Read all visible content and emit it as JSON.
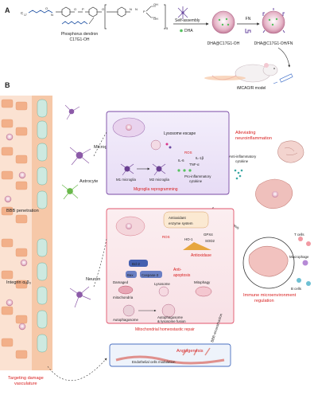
{
  "panel_a": {
    "label": "A",
    "dendron_name": "Phosphorus dendron",
    "dendron_code": "C17G1-OH",
    "self_assembly": "Self-assembly",
    "dha_legend": "DHA",
    "fn_label": "FN",
    "np1_label": "DHA@C17G1-OH",
    "np2_label": "DHA@C17G1-OH/FN",
    "model_label": "tMCAO/R model",
    "subscript_5": "5",
    "formula": {
      "c": "C",
      "sub17": "17",
      "o": "O",
      "s": "S",
      "n1": "N",
      "n2": "N",
      "p": "P",
      "n3": "N",
      "oh1": "OH",
      "oh2": "OH"
    }
  },
  "panel_b": {
    "label": "B",
    "cells": {
      "microglia": "Microglia",
      "astrocyte": "Astrocyte",
      "neuron": "Neuron",
      "bbb_penetration": "BBB penetration",
      "integrin": "Integrin αₔβ₃"
    },
    "microglia_box": {
      "lysosome_escape": "Lysosome escape",
      "ros": "ROS",
      "il6": "IL-6",
      "il1b": "IL-1β",
      "tnfa": "TNF-α",
      "pro_inflammatory": "Pro-inflammatory",
      "cytokine": "cytokine",
      "m1": "M1 microglia",
      "m2": "M2 microglia",
      "title": "Migroglia reprogramming"
    },
    "alleviating_1": "Alleviating",
    "alleviating_2": "neuroinflammation",
    "anti_inflammatory_1": "Anti-inflammatory",
    "anti_inflammatory_2": "cytokine",
    "maintain_homeostasis": "Maintain homeostasis",
    "mito_box": {
      "antioxidant_enzyme_1": "Antioxidant",
      "antioxidant_enzyme_2": "enzyme system",
      "gpx4": "GPX4",
      "ho1": "HO-1",
      "sod2": "SOD2",
      "ros": "ROS",
      "antioxidase": "Antioxidase",
      "bcl2": "Bcl-2",
      "bax": "Bax",
      "caspase": "Caspase-3",
      "anti_apoptosis_1": "Anti-",
      "anti_apoptosis_2": "apoptosis",
      "damaged_1": "Damaged",
      "damaged_2": "mitochondria",
      "lysosome": "Lysosome",
      "mitophagy": "Mitophagy",
      "autophagosome": "Autophagosome",
      "fusion_1": "Autophagosome",
      "fusion_2": "& lysosome fusion",
      "title": "Mitochondrial homeostastic repair"
    },
    "immune": {
      "t_cells": "T cells",
      "macrophage": "Macrophage",
      "b_cells": "B cells",
      "title_1": "Immune microenvironment",
      "title_2": "regulation"
    },
    "bbb_reconstruction": "BBB reconstruction",
    "angio_box": {
      "angiogenesis": "Angiogenesis",
      "endothelial": "Endothelial cells modulation"
    },
    "targeting_1": "Targeting damage",
    "targeting_2": "vasculature"
  },
  "colors": {
    "accent_red": "#d81e1e",
    "box_purple": "#7a4aa5",
    "box_pink": "#e0556c",
    "box_blue": "#4a6fc0",
    "vessel": "#f2b08a"
  }
}
